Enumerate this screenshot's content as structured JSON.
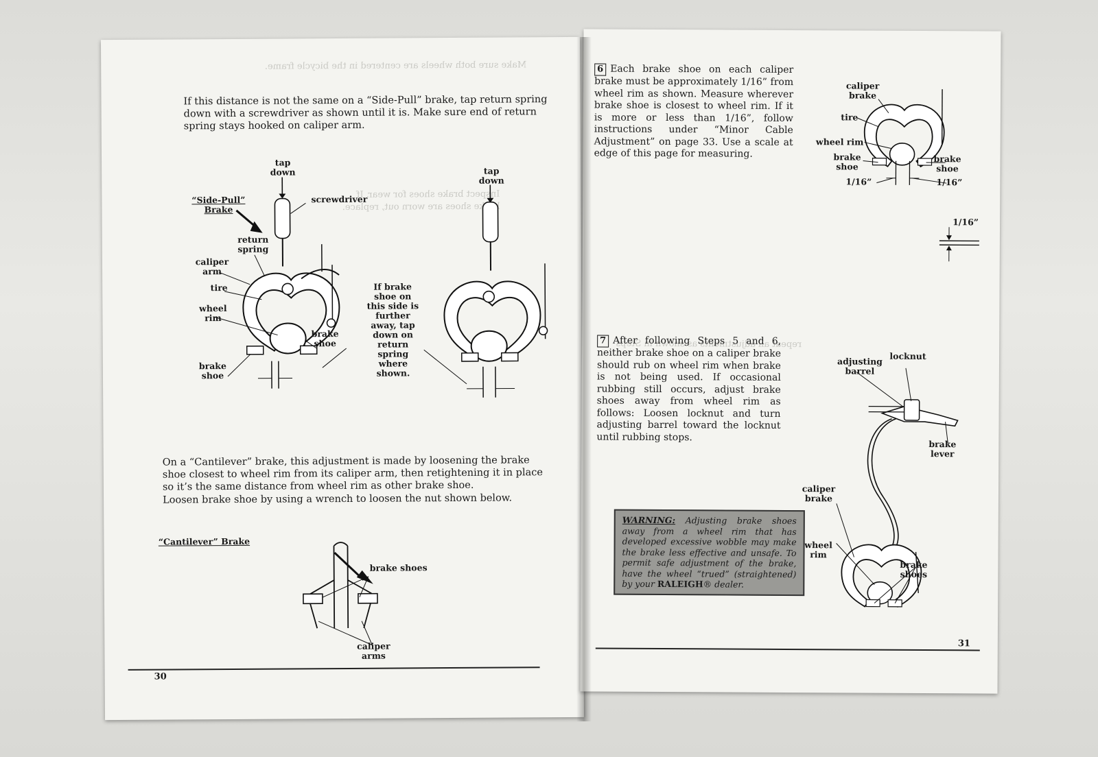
{
  "left_page": {
    "paragraph1": "If this distance is not the same on a “Side-Pull” brake, tap return spring down with a screwdriver as shown until it is. Make sure end of return spring stays hooked on caliper arm.",
    "sidepull_title": "“Side-Pull” Brake",
    "labels": {
      "tap_down_1": "tap down",
      "tap_down_2": "tap down",
      "screwdriver": "screwdriver",
      "return_spring": "return spring",
      "caliper_arm": "caliper arm",
      "tire": "tire",
      "wheel_rim": "wheel rim",
      "brake_shoe_right": "brake shoe",
      "brake_shoe_bottom": "brake shoe",
      "further_note": "If brake shoe on this side is further away, tap down on return spring where shown."
    },
    "paragraph2": "On a “Cantilever” brake, this adjustment is made by loosening the brake shoe closest to wheel rim from its caliper arm, then retightening it in place so it’s the same distance from wheel rim as other brake shoe.",
    "paragraph3": "Loosen brake shoe by using a wrench to loosen the nut shown below.",
    "cantilever_title": "“Cantilever” Brake",
    "cantilever_labels": {
      "brake_shoes": "brake shoes",
      "caliper_arms": "caliper arms"
    },
    "page_number": "30"
  },
  "right_page": {
    "step6_number": "6",
    "step6_text": "Each brake shoe on each caliper brake must be approximately 1/16” from wheel rim as shown. Measure wherever brake shoe is closest to wheel rim. If it is more or less than 1/16”, follow instructions under “Minor Cable Adjustment” on page 33. Use a scale at edge of this page for measuring.",
    "fig1_labels": {
      "caliper_brake": "caliper brake",
      "tire": "tire",
      "wheel_rim": "wheel rim",
      "brake_shoe_left": "brake shoe",
      "brake_shoe_right": "brake shoe",
      "gap_left": "1/16”",
      "gap_right": "1/16”"
    },
    "scale_label": "1/16”",
    "step7_number": "7",
    "step7_text": "After following Steps 5 and 6, neither brake shoe on a caliper brake should rub on wheel rim when brake is not being used. If occasional rubbing still occurs, adjust brake shoes away from wheel rim as follows: Loosen locknut and turn adjusting barrel toward the locknut until rubbing stops.",
    "fig2_labels": {
      "adjusting_barrel": "adjusting barrel",
      "locknut": "locknut",
      "brake_lever": "brake lever",
      "caliper_brake": "caliper brake",
      "wheel_rim": "wheel rim",
      "brake_shoes": "brake shoes"
    },
    "warning_title": "WARNING:",
    "warning_text": "Adjusting brake shoes away from a wheel rim that has developed excessive wobble may make the brake less effective and unsafe. To permit safe adjustment of the brake, have the wheel “trued” (straightened) by your",
    "warning_brand": "RALEIGH",
    "warning_suffix": "® dealer.",
    "page_number": "31"
  }
}
